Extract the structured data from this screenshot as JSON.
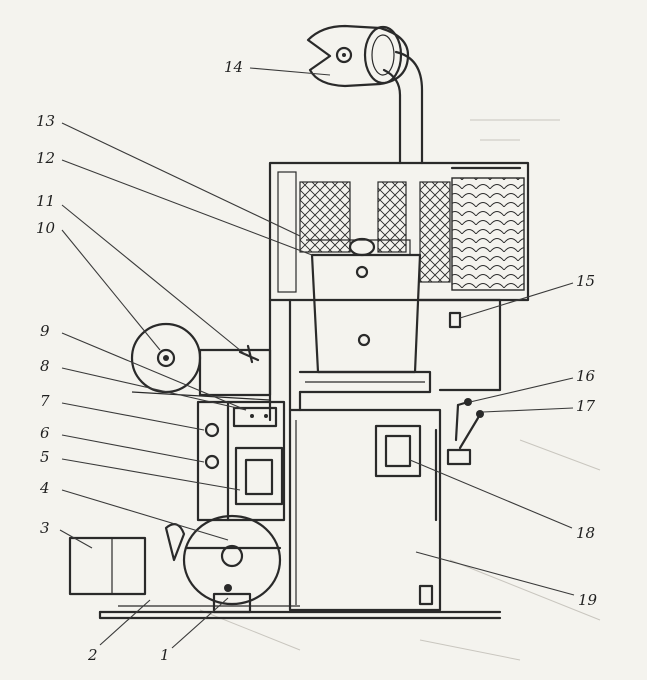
{
  "figure": {
    "callouts": [
      {
        "id": "1",
        "text": "1"
      },
      {
        "id": "2",
        "text": "2"
      },
      {
        "id": "3",
        "text": "3"
      },
      {
        "id": "4",
        "text": "4"
      },
      {
        "id": "5",
        "text": "5"
      },
      {
        "id": "6",
        "text": "6"
      },
      {
        "id": "7",
        "text": "7"
      },
      {
        "id": "8",
        "text": "8"
      },
      {
        "id": "9",
        "text": "9"
      },
      {
        "id": "10",
        "text": "10"
      },
      {
        "id": "11",
        "text": "11"
      },
      {
        "id": "12",
        "text": "12"
      },
      {
        "id": "13",
        "text": "13"
      },
      {
        "id": "14",
        "text": "14"
      },
      {
        "id": "15",
        "text": "15"
      },
      {
        "id": "16",
        "text": "16"
      },
      {
        "id": "17",
        "text": "17"
      },
      {
        "id": "18",
        "text": "18"
      },
      {
        "id": "19",
        "text": "19"
      }
    ]
  },
  "colors": {
    "ink": "#2a2a2a",
    "paper": "#f4f3ee"
  }
}
